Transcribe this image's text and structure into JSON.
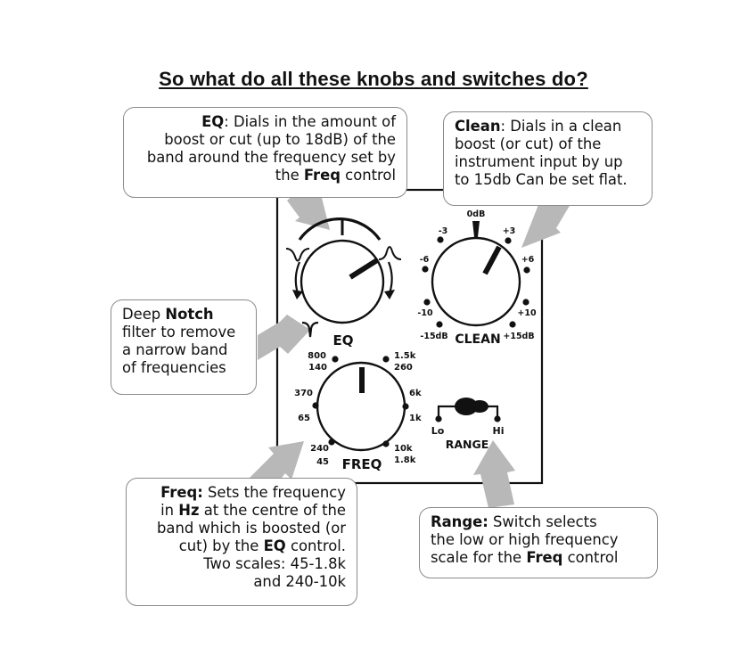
{
  "title": "So what do all these knobs and switches do?",
  "callouts": {
    "eq": {
      "bold": "EQ",
      "line1_rest": ": Dials in the amount of",
      "line2": "boost or cut (up to 18dB) of the",
      "line3": "band around the frequency set by",
      "line4_pre": "the ",
      "line4_bold": "Freq",
      "line4_post": " control"
    },
    "clean": {
      "bold": "Clean",
      "line1_rest": ": Dials in a clean",
      "line2": "boost (or cut) of the",
      "line3": "instrument input by up",
      "line4": "to 15db  Can be set flat."
    },
    "notch": {
      "line1_pre": "Deep ",
      "line1_bold": "Notch",
      "line2": "filter to remove",
      "line3": "a narrow band",
      "line4": "of frequencies"
    },
    "freq": {
      "bold": "Freq:",
      "line1_rest": " Sets the frequency",
      "line2_pre": "in ",
      "line2_bold": "Hz",
      "line2_post": " at the centre of the",
      "line3": "band which is boosted (or",
      "line4_pre": "cut) by the ",
      "line4_bold": "EQ",
      "line4_post": " control.",
      "line5": "Two scales: 45-1.8k",
      "line6": "and 240-10k"
    },
    "range": {
      "bold": "Range:",
      "line1_rest": " Switch selects",
      "line2": "the low or high frequency",
      "line3_pre": "scale for the ",
      "line3_bold": "Freq",
      "line3_post": " control"
    }
  },
  "panel": {
    "eq_knob": {
      "label": "EQ",
      "icons": [
        "boost-curve-icon",
        "cut-curve-icon",
        "notch-icon"
      ]
    },
    "clean_knob": {
      "label": "CLEAN",
      "scale": [
        "0dB",
        "-3",
        "+3",
        "-6",
        "+6",
        "-10",
        "+10",
        "-15dB",
        "+15dB"
      ]
    },
    "freq_knob": {
      "label": "FREQ",
      "scale": {
        "top_left": [
          "800",
          "140"
        ],
        "top_right": [
          "1.5k",
          "260"
        ],
        "left": [
          "370",
          "65"
        ],
        "right": [
          "6k",
          "1k"
        ],
        "bottom_left": [
          "240",
          "45"
        ],
        "bottom_right": [
          "10k",
          "1.8k"
        ]
      }
    },
    "range_switch": {
      "label": "RANGE",
      "lo": "Lo",
      "hi": "Hi"
    }
  },
  "colors": {
    "arrow": "#b8b8b8",
    "ink": "#111111",
    "callout_border": "#8a8a8a"
  }
}
